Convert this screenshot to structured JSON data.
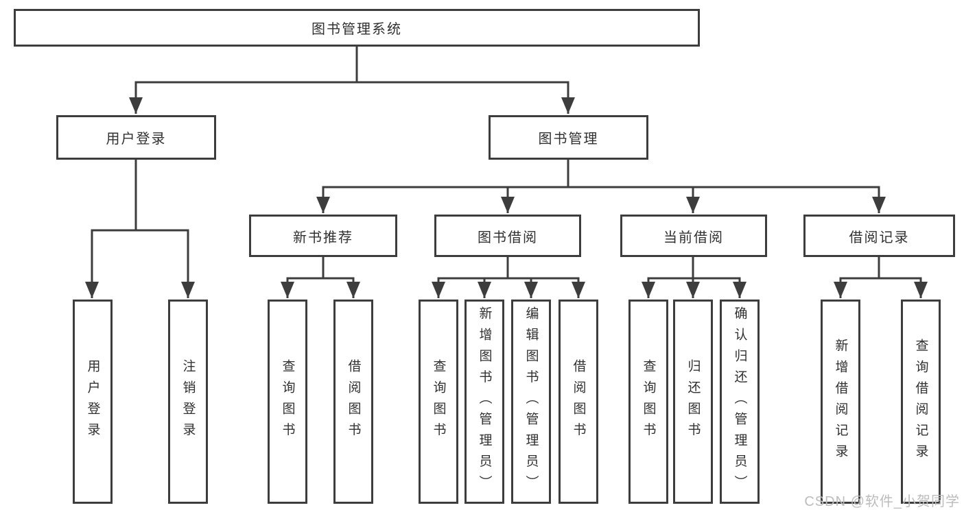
{
  "title": "图书管理系统",
  "level2": [
    {
      "label": "用户登录"
    },
    {
      "label": "图书管理"
    }
  ],
  "level3": [
    {
      "label": "新书推荐"
    },
    {
      "label": "图书借阅"
    },
    {
      "label": "当前借阅"
    },
    {
      "label": "借阅记录"
    }
  ],
  "leaves": [
    {
      "items": [
        "用户登录",
        "注销登录"
      ]
    },
    {
      "items": [
        "查询图书",
        "借阅图书"
      ]
    },
    {
      "items": [
        "查询图书",
        "新增图书（管理员）",
        "编辑图书（管理员）",
        "借阅图书"
      ]
    },
    {
      "items": [
        "查询图书",
        "归还图书",
        "确认归还（管理员）"
      ]
    },
    {
      "items": [
        "新增借阅记录",
        "查询借阅记录"
      ]
    }
  ],
  "watermark": "CSDN @软件_小贺同学",
  "colors": {
    "line": "#3d3d3d",
    "text": "#303030",
    "watermark": "#bcbcbc",
    "background": "#ffffff"
  }
}
